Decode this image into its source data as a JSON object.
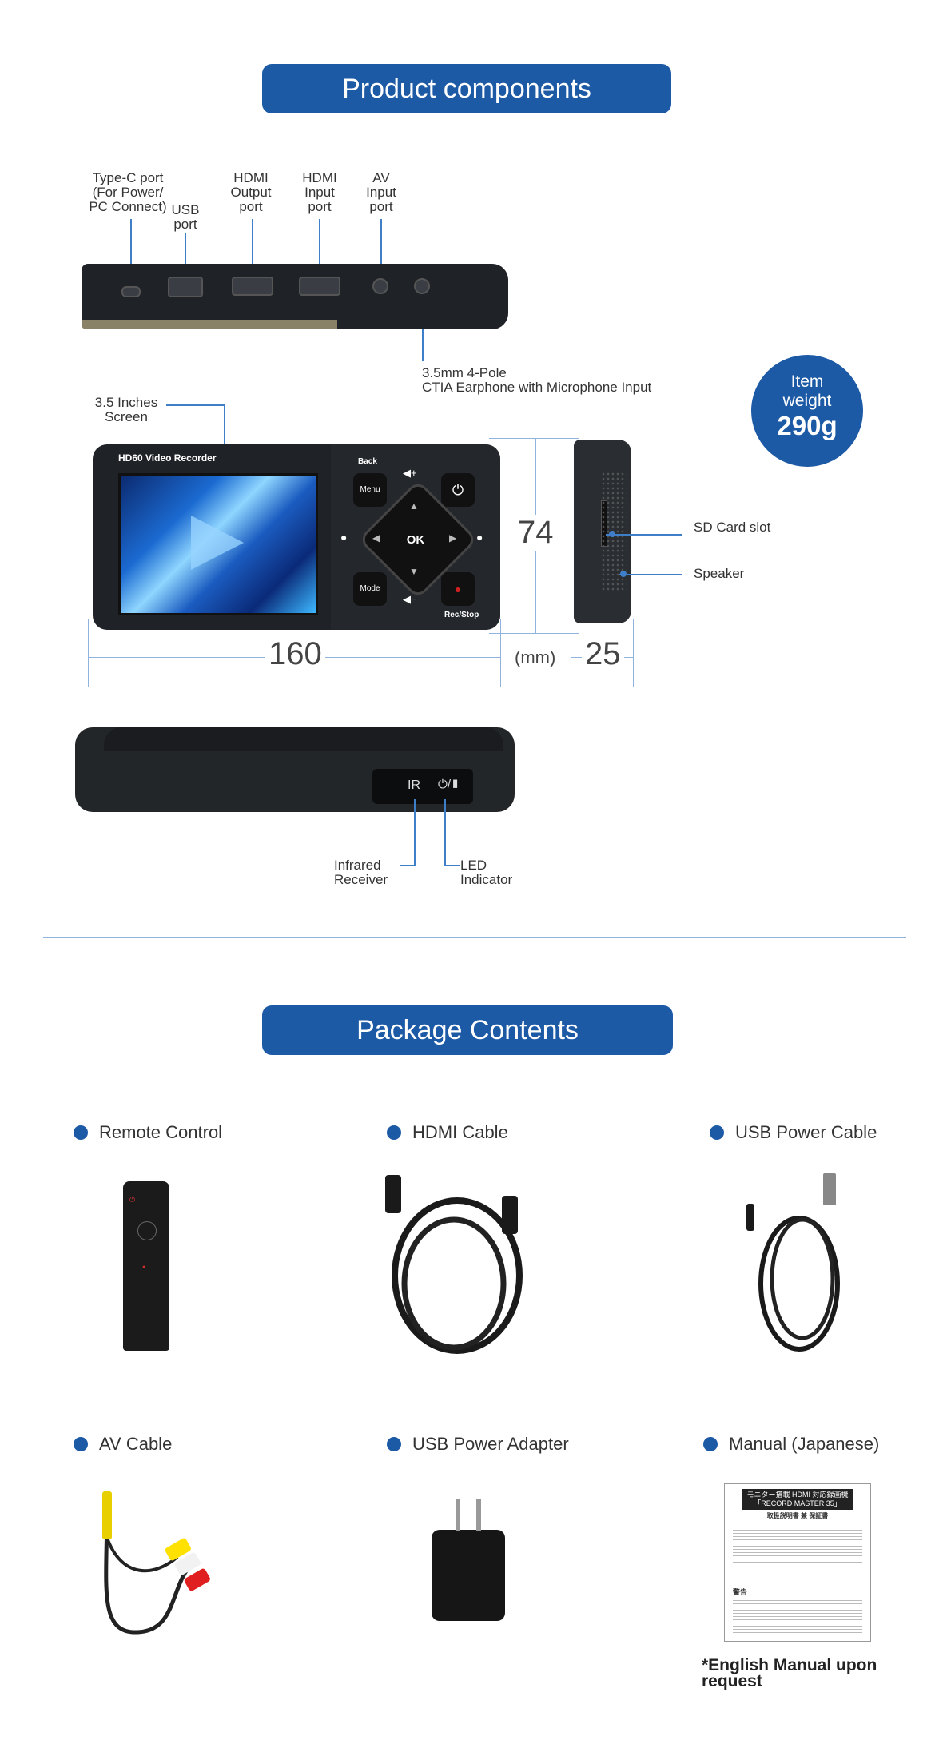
{
  "components": {
    "title": "Product components",
    "ports": {
      "type_c": "Type-C port\n(For Power/\nPC Connect)",
      "usb": "USB\nport",
      "hdmi_out": "HDMI\nOutput\nport",
      "hdmi_in": "HDMI\nInput\nport",
      "av_in": "AV\nInput\nport",
      "earphone": "3.5mm 4-Pole\nCTIA Earphone with Microphone Input"
    },
    "screen_label": "3.5 Inches\nScreen",
    "device_brand": "HD60 Video Recorder",
    "buttons": {
      "back": "Back",
      "menu": "Menu",
      "mode": "Mode",
      "ok": "OK",
      "rec_stop": "Rec/Stop"
    },
    "weight": {
      "label_line1": "Item",
      "label_line2": "weight",
      "value": "290g"
    },
    "side_labels": {
      "sd_card": "SD Card slot",
      "speaker": "Speaker"
    },
    "dimensions": {
      "width": "160",
      "height": "74",
      "depth": "25",
      "unit": "(mm)"
    },
    "front_labels": {
      "ir_text": "IR",
      "infrared": "Infrared\nReceiver",
      "led": "LED\nIndicator"
    }
  },
  "package": {
    "title": "Package Contents",
    "items": [
      {
        "name": "Remote Control"
      },
      {
        "name": "HDMI Cable"
      },
      {
        "name": "USB Power Cable"
      },
      {
        "name": "AV Cable"
      },
      {
        "name": "USB Power Adapter"
      },
      {
        "name": "Manual (Japanese)"
      }
    ],
    "manual_title": "モニター搭載 HDMI 対応録画機",
    "manual_subtitle": "「RECORD MASTER 35」",
    "manual_heading": "取扱説明書 兼 保証書",
    "manual_warning": "警告",
    "note": "*English Manual upon\n request"
  },
  "colors": {
    "accent": "#1d5aa6",
    "line": "#3f7ec8",
    "device": "#1f2226"
  }
}
